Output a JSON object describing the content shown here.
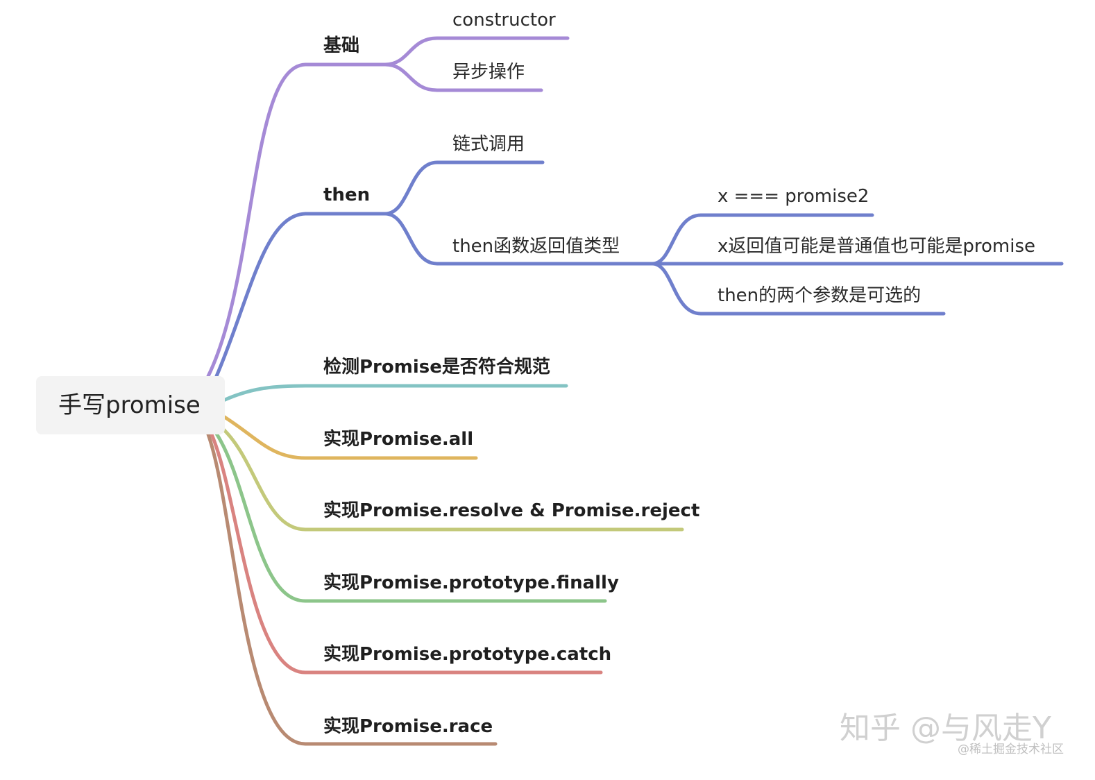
{
  "root": {
    "label": "手写promise"
  },
  "branches": [
    {
      "id": "basics",
      "label": "基础",
      "color": "#a58ad6",
      "children": [
        {
          "label": "constructor"
        },
        {
          "label": "异步操作"
        }
      ]
    },
    {
      "id": "then",
      "label": "then",
      "color": "#6f7fcc",
      "children": [
        {
          "label": "链式调用"
        },
        {
          "label": "then函数返回值类型",
          "children": [
            {
              "label": "x === promise2"
            },
            {
              "label": "x返回值可能是普通值也可能是promise"
            },
            {
              "label": "then的两个参数是可选的"
            }
          ]
        }
      ]
    },
    {
      "id": "check",
      "label": "检测Promise是否符合规范",
      "color": "#83c3c3"
    },
    {
      "id": "all",
      "label": "实现Promise.all",
      "color": "#dfb55e"
    },
    {
      "id": "resolve-reject",
      "label": "实现Promise.resolve & Promise.reject",
      "color": "#c3c97a"
    },
    {
      "id": "finally",
      "label": "实现Promise.prototype.finally",
      "color": "#8cc58a"
    },
    {
      "id": "catch",
      "label": "实现Promise.prototype.catch",
      "color": "#d98380"
    },
    {
      "id": "race",
      "label": "实现Promise.race",
      "color": "#b88a72"
    }
  ],
  "watermark": {
    "main": "知乎 @与风走Y",
    "sub": "@稀土掘金技术社区"
  }
}
